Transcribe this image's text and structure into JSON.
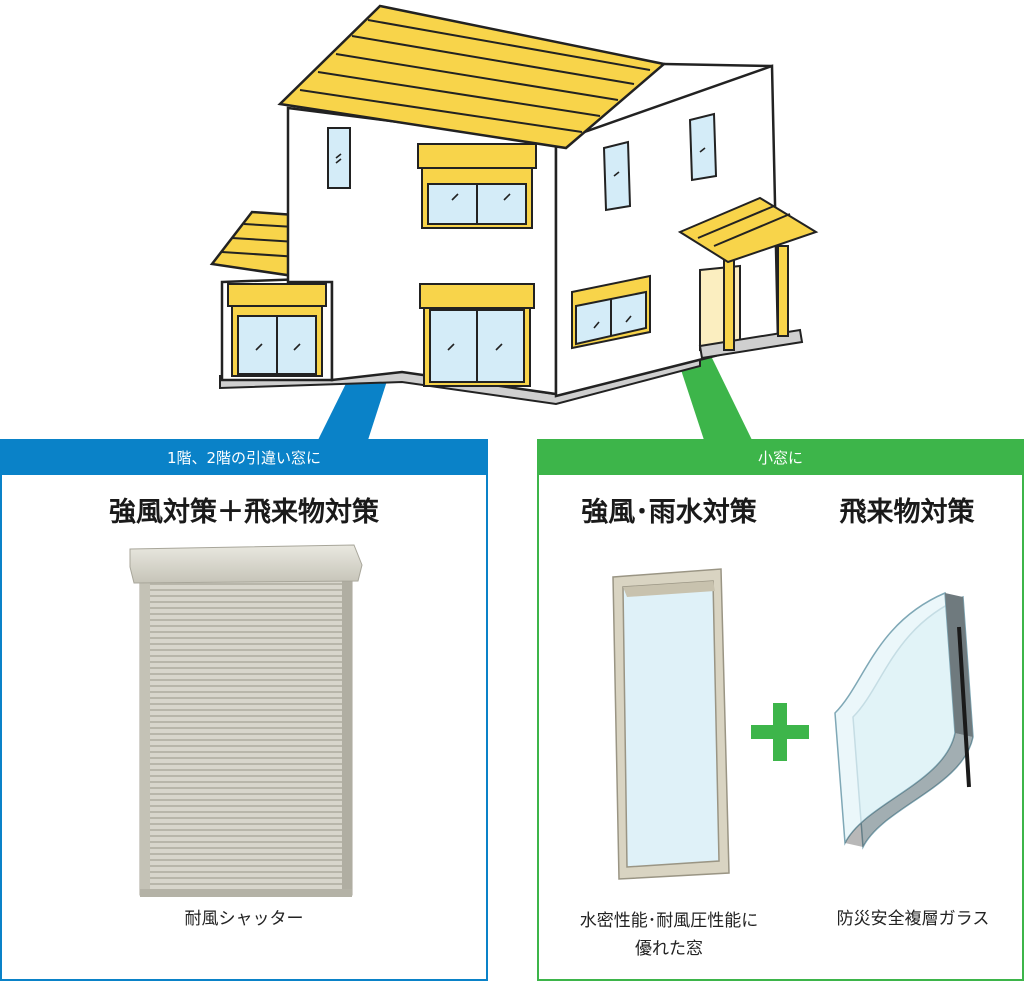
{
  "left_panel": {
    "header": "1階、2階の引違い窓に",
    "heading": "強風対策＋飛来物対策",
    "caption": "耐風シャッター"
  },
  "right_panel": {
    "header": "小窓に",
    "heading_rain": "強風･雨水対策",
    "heading_debris": "飛来物対策",
    "caption_window_line1": "水密性能･耐風圧性能に",
    "caption_window_line2": "優れた窓",
    "caption_glass": "防災安全複層ガラス"
  },
  "colors": {
    "blue": "#0a82c8",
    "green": "#3db54a",
    "roof_yellow": "#f8d44a",
    "glass_blue": "#d4ecf8"
  }
}
